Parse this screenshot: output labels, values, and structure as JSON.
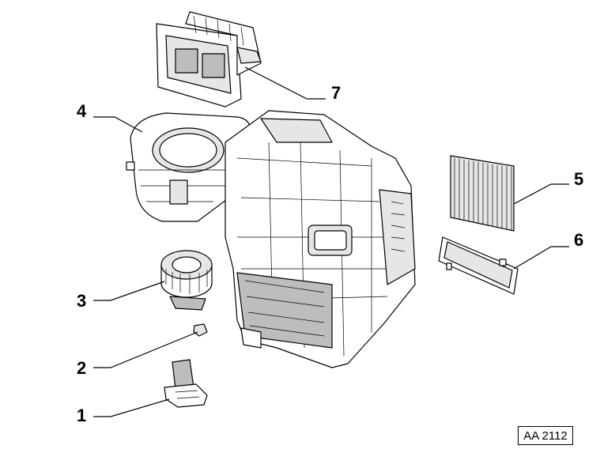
{
  "callouts": [
    {
      "id": "1",
      "label": "1"
    },
    {
      "id": "2",
      "label": "2"
    },
    {
      "id": "3",
      "label": "3"
    },
    {
      "id": "4",
      "label": "4"
    },
    {
      "id": "5",
      "label": "5"
    },
    {
      "id": "6",
      "label": "6"
    },
    {
      "id": "7",
      "label": "7"
    }
  ],
  "reference_code": "AA 2112"
}
